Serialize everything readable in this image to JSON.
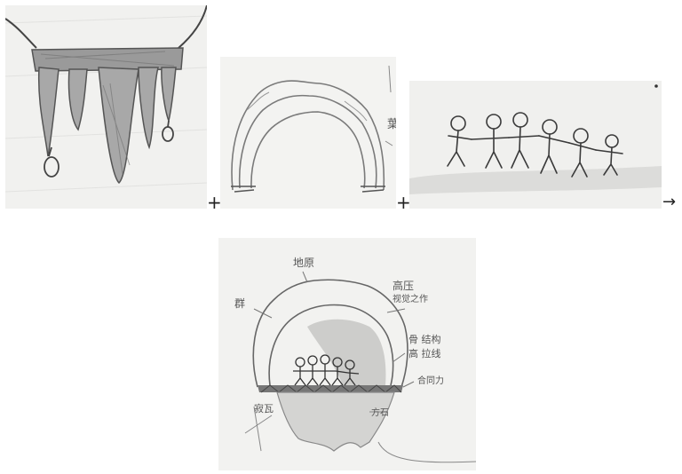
{
  "operators": {
    "plus_1": "+",
    "plus_2": "+",
    "arrow": "→"
  },
  "sketches": [
    {
      "name": "sketch-dripping-stalactites",
      "subject": "pencil sketch of dripping forms hanging from a bar"
    },
    {
      "name": "sketch-arch",
      "subject": "pencil sketch of a rough arch shape",
      "handwriting": "葉"
    },
    {
      "name": "sketch-stick-figures",
      "subject": "pencil sketch of a row of stick figures holding hands"
    },
    {
      "name": "sketch-combined-concept",
      "subject": "pencil sketch combining arch, figures on a platform and dripping forms below",
      "handwriting": [
        "地原",
        "群",
        "高压",
        "寂瓦",
        "视觉之作",
        "骨 结构",
        "高 拉线",
        "合同力",
        "方石"
      ]
    }
  ],
  "colors": {
    "pencil": "#6a6a6a",
    "paper": "#f2f2f0",
    "shade": "#b9b9b9"
  }
}
